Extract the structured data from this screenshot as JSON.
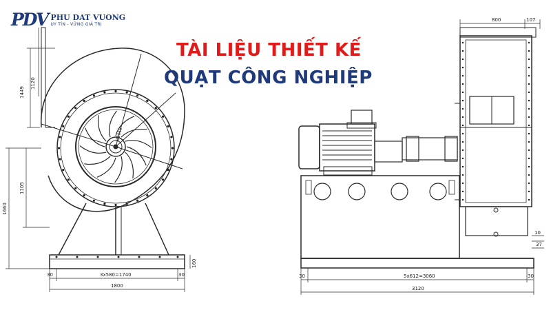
{
  "logo": {
    "mark": "PDV",
    "name": "PHU DAT VUONG",
    "slogan": "UY TÍN - VỮNG GIÁ TRỊ"
  },
  "title": {
    "line1": "TÀI LIỆU THIẾT KẾ",
    "line2": "QUẠT CÔNG NGHIỆP"
  },
  "front_view": {
    "dims": {
      "d1449": "1449",
      "d1120": "1120",
      "d1660": "1660",
      "d1105": "1105",
      "d160": "160",
      "d30_left": "30",
      "d30_right": "30",
      "d_bottom_spans": "3x580=1740",
      "d_total_width": "1800",
      "d_center": "Ø1018"
    }
  },
  "side_view": {
    "dims": {
      "d800": "800",
      "d107": "107",
      "d10": "10",
      "d37": "37",
      "d30_left": "30",
      "d30_right": "30",
      "d_spans": "5x612=3060",
      "d_total_width": "3120"
    }
  }
}
